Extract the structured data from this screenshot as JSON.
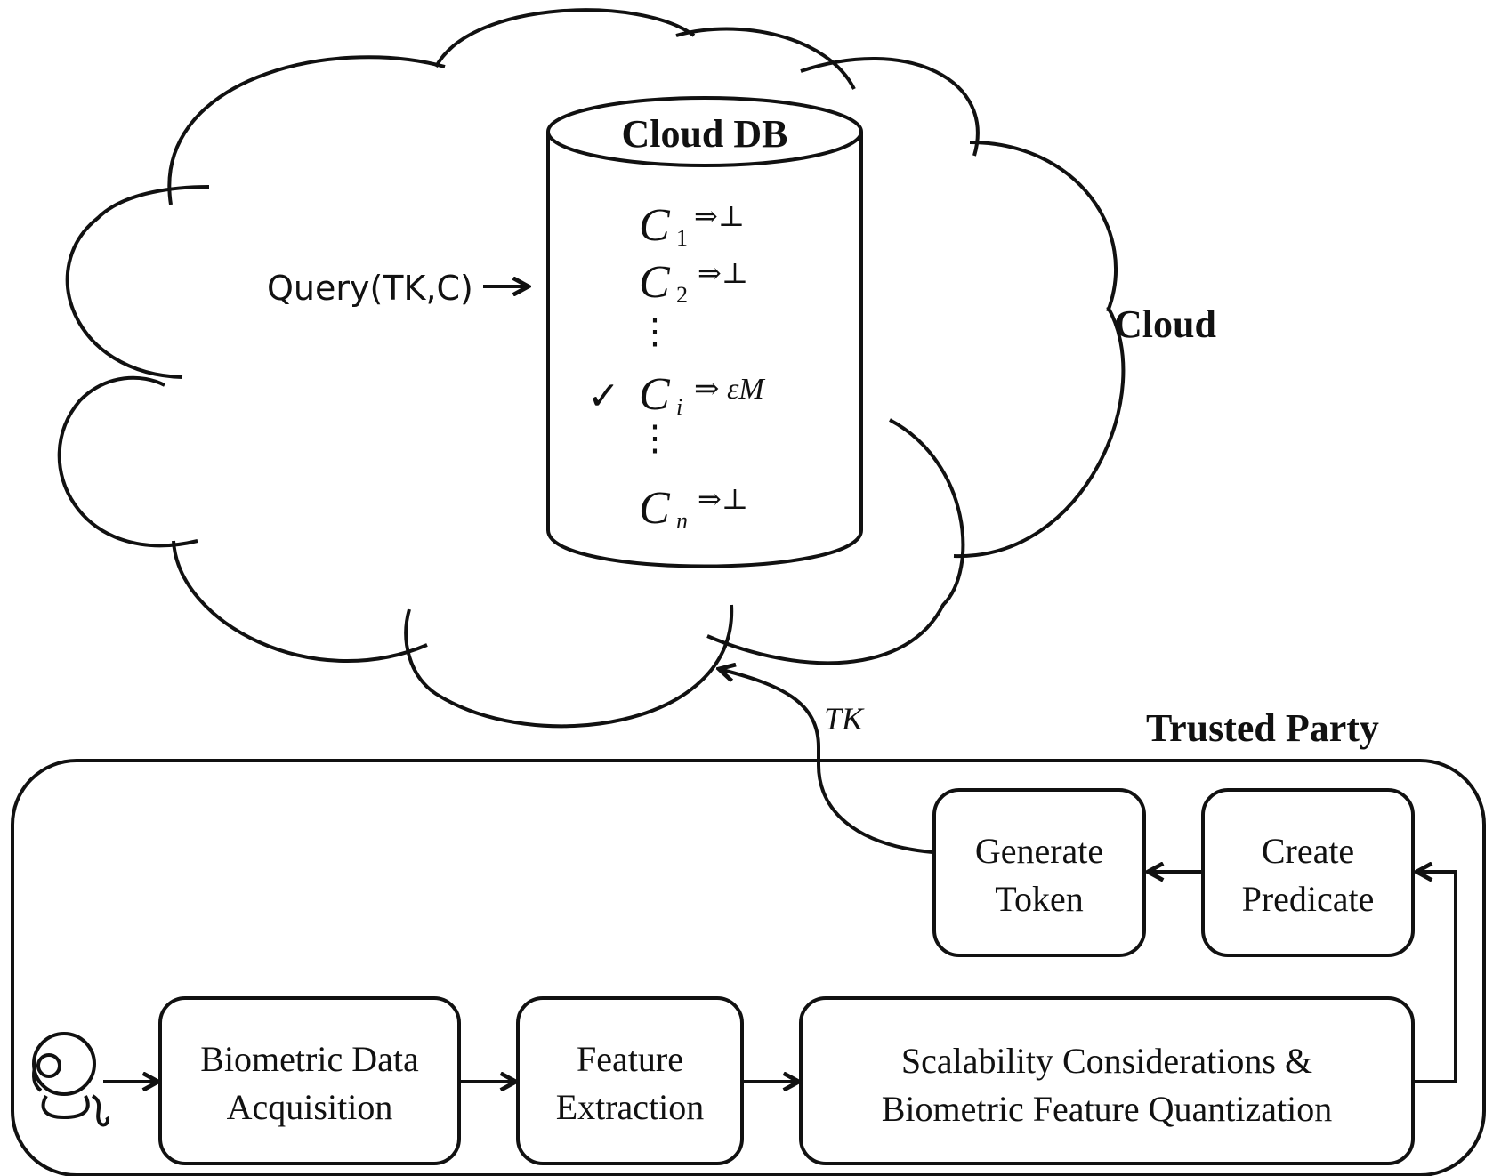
{
  "cloud": {
    "label": "Cloud",
    "query_label": "Query(TK,C)"
  },
  "database": {
    "title": "Cloud DB",
    "entries": [
      {
        "symbol": "C",
        "sub": "1",
        "result": "⇒⊥",
        "checked": false
      },
      {
        "symbol": "C",
        "sub": "2",
        "result": "⇒⊥",
        "checked": false
      },
      {
        "symbol": "C",
        "sub": "i",
        "result": "⇒ εM",
        "checked": true
      },
      {
        "symbol": "C",
        "sub": "n",
        "result": "⇒⊥",
        "checked": false
      }
    ],
    "check_mark": "✓",
    "ellipsis": "⋮"
  },
  "token_label": "TK",
  "trusted_party": {
    "title": "Trusted Party",
    "steps": {
      "acquisition": [
        "Biometric Data",
        "Acquisition"
      ],
      "extraction": [
        "Feature",
        "Extraction"
      ],
      "quantization": [
        "Scalability Considerations &",
        "Biometric Feature Quantization"
      ],
      "predicate": [
        "Create",
        "Predicate"
      ],
      "token": [
        "Generate",
        "Token"
      ]
    }
  },
  "icons": {
    "sensor": "webcam-icon"
  },
  "colors": {
    "stroke": "#111111",
    "background": "#ffffff"
  }
}
